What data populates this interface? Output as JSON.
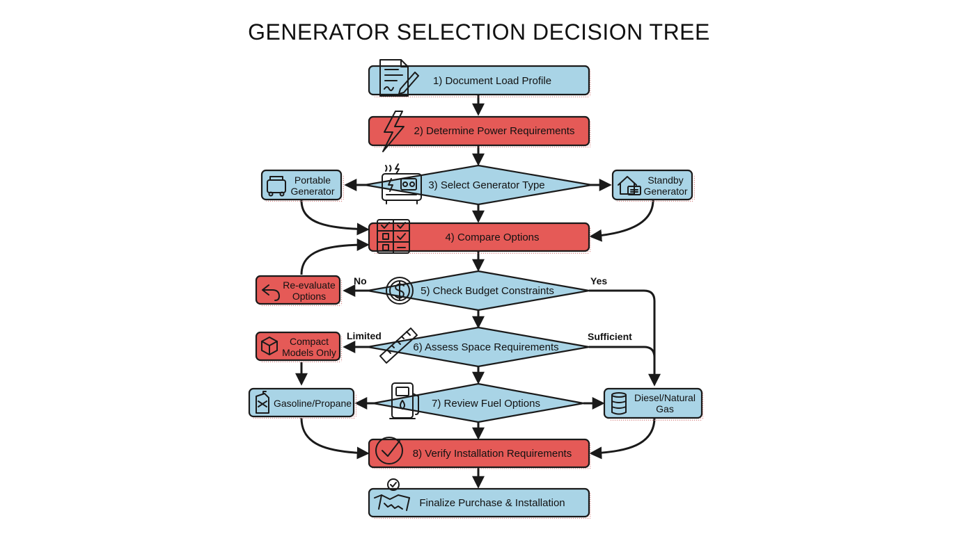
{
  "title": "GENERATOR SELECTION DECISION TREE",
  "colors": {
    "blue": "#a9d4e6",
    "red": "#e55a57",
    "line": "#1a1a1a"
  },
  "nodes": {
    "n1": {
      "text": "1) Document Load Profile",
      "icon": "document-pen-icon"
    },
    "n2": {
      "text": "2) Determine Power Requirements",
      "icon": "lightning-icon"
    },
    "n3": {
      "text": "3) Select Generator Type",
      "icon": "generator-icon"
    },
    "portable": {
      "line1": "Portable",
      "line2": "Generator",
      "icon": "portable-generator-icon"
    },
    "standby": {
      "line1": "Standby",
      "line2": "Generator",
      "icon": "house-generator-icon"
    },
    "n4": {
      "text": "4) Compare Options",
      "icon": "checklist-icon"
    },
    "n5": {
      "text": "5) Check Budget Constraints",
      "icon": "dollar-coin-icon"
    },
    "reeval": {
      "line1": "Re-evaluate",
      "line2": "Options",
      "icon": "undo-arrow-icon"
    },
    "n6": {
      "text": "6) Assess Space Requirements",
      "icon": "ruler-icon"
    },
    "compact": {
      "line1": "Compact",
      "line2": "Models Only",
      "icon": "box-icon"
    },
    "n7": {
      "text": "7) Review Fuel Options",
      "icon": "fuel-pump-icon"
    },
    "gasoline": {
      "text": "Gasoline/Propane",
      "icon": "gas-can-icon"
    },
    "diesel": {
      "line1": "Diesel/Natural",
      "line2": "Gas",
      "icon": "fuel-barrel-icon"
    },
    "n8": {
      "text": "8) Verify Installation Requirements",
      "icon": "check-circle-icon"
    },
    "n9": {
      "text": "Finalize Purchase & Installation",
      "icon": "handshake-icon"
    }
  },
  "edge_labels": {
    "no": "No",
    "yes": "Yes",
    "limited": "Limited",
    "sufficient": "Sufficient"
  }
}
